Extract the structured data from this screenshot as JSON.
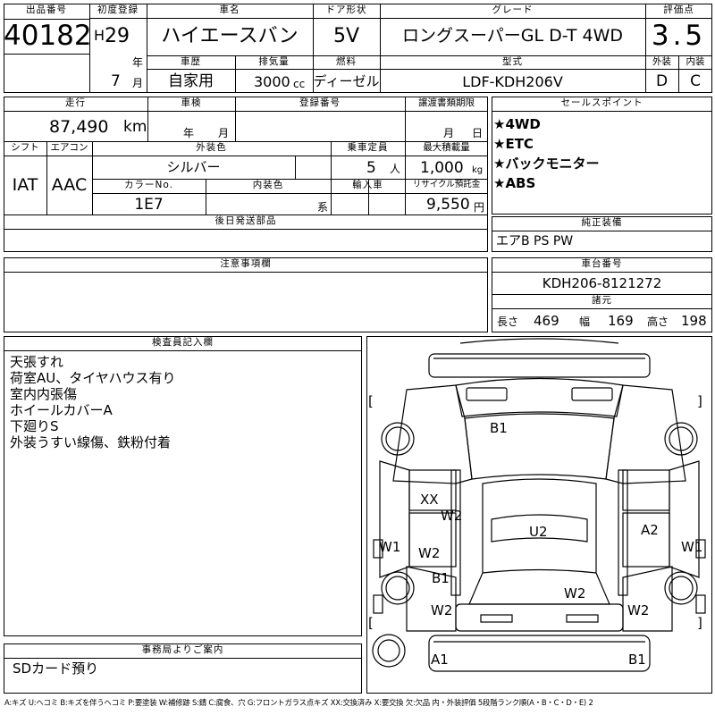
{
  "header": {
    "lot_label": "出品番号",
    "lot_no": "40182",
    "first_reg_label": "初度登録",
    "era": "H",
    "year": "29",
    "year_unit": "年",
    "month": "7",
    "month_unit": "月",
    "car_name_label": "車名",
    "car_name": "ハイエースバン",
    "doors_label": "ドア形状",
    "doors": "5V",
    "grade_label": "グレード",
    "grade": "ロングスーパーGL D-T 4WD",
    "score_label": "評価点",
    "score": "3.5",
    "history_label": "車歴",
    "history": "自家用",
    "displacement_label": "排気量",
    "displacement": "3000",
    "displacement_unit": "cc",
    "fuel_label": "燃料",
    "fuel": "ディーゼル",
    "model_label": "型式",
    "model": "LDF-KDH206V",
    "exterior_label": "外装",
    "exterior": "D",
    "interior_label": "内装",
    "interior": "C"
  },
  "details": {
    "mileage_label": "走行",
    "mileage": "87,490",
    "mileage_unit": "km",
    "inspection_label": "車検",
    "inspection_year_unit": "年",
    "inspection_month_unit": "月",
    "plate_label": "登録番号",
    "transfer_label": "譲渡書類期限",
    "transfer_month_unit": "月",
    "transfer_day_unit": "日",
    "shift_label": "シフト",
    "shift": "IAT",
    "ac_label": "エアコン",
    "ac": "AAC",
    "ext_color_label": "外装色",
    "ext_color": "シルバー",
    "capacity_label": "乗車定員",
    "capacity": "5",
    "capacity_unit": "人",
    "load_label": "最大積載量",
    "load": "1,000",
    "load_unit": "kg",
    "color_no_label": "カラーNo.",
    "color_no": "1E7",
    "int_color_label": "内装色",
    "int_color_unit": "系",
    "import_label": "輸入車",
    "recycle_label": "リサイクル預託金",
    "recycle": "9,550",
    "recycle_unit": "円",
    "later_parts_label": "後日発送部品"
  },
  "sales_points": {
    "label": "セールスポイント",
    "items": [
      "★4WD",
      "★ETC",
      "★バックモニター",
      "★ABS"
    ]
  },
  "equipment": {
    "label": "純正装備",
    "value": "エアB PS PW"
  },
  "notes": {
    "label": "注意事項欄"
  },
  "chassis": {
    "label": "車台番号",
    "value": "KDH206-8121272",
    "dims_label": "諸元",
    "length_label": "長さ",
    "length": "469",
    "width_label": "幅",
    "width": "169",
    "height_label": "高さ",
    "height": "198"
  },
  "inspector": {
    "label": "検査員記入欄",
    "lines": [
      "天張すれ",
      "荷室AU、タイヤハウス有り",
      "室内内張傷",
      "ホイールカバーA",
      "下廻りS",
      "外装うすい線傷、鉄粉付着"
    ]
  },
  "office": {
    "label": "事務局よりご案内",
    "text": "SDカード預り"
  },
  "damage_marks": {
    "B1_roof": "B1",
    "XX": "XX",
    "W2_left_upper": "W2",
    "W2_left_mid": "W2",
    "U2": "U2",
    "A2": "A2",
    "W1_left": "W1",
    "W1_right": "W1",
    "B1_left": "B1",
    "W2_right": "W2",
    "W2_left_low": "W2",
    "W2_right_low": "W2",
    "A1": "A1",
    "B1_rear": "B1",
    "bracket_l1": "[",
    "bracket_r1": "]",
    "bracket_l2": "[",
    "bracket_r2": "]"
  },
  "legend": "A:キズ U:ヘコミ B:キズを伴うヘコミ P:要塗装 W:補修跡 S:錆 C:腐食、穴 G:フロントガラス点キズ XX:交換済み X:要交換 欠:欠品 内・外装評価 5段階ランク順(A・B・C・D・E) 2"
}
